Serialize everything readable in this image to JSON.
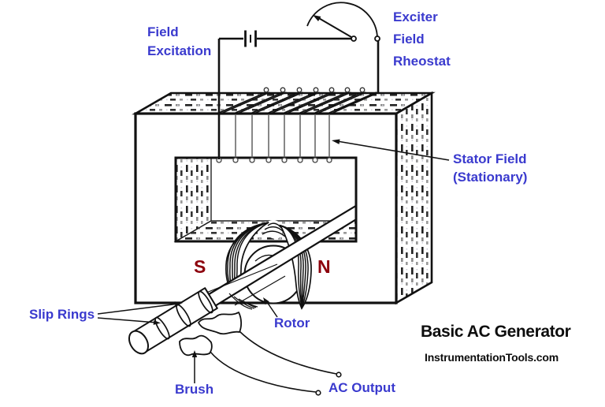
{
  "diagram": {
    "title": "Basic AC Generator",
    "watermark": "InstrumentationTools.com",
    "labels": {
      "field_excitation": "Field\nExcitation",
      "exciter_field_rheostat": "Exciter\nField\nRheostat",
      "stator_field": "Stator Field\n(Stationary)",
      "slip_rings": "Slip Rings",
      "rotor": "Rotor",
      "brush": "Brush",
      "ac_output": "AC Output",
      "south_pole": "S",
      "north_pole": "N"
    },
    "colors": {
      "label_blue": "#3a3ace",
      "pole_red": "#8c000c",
      "line": "#111111",
      "background": "#ffffff"
    }
  }
}
